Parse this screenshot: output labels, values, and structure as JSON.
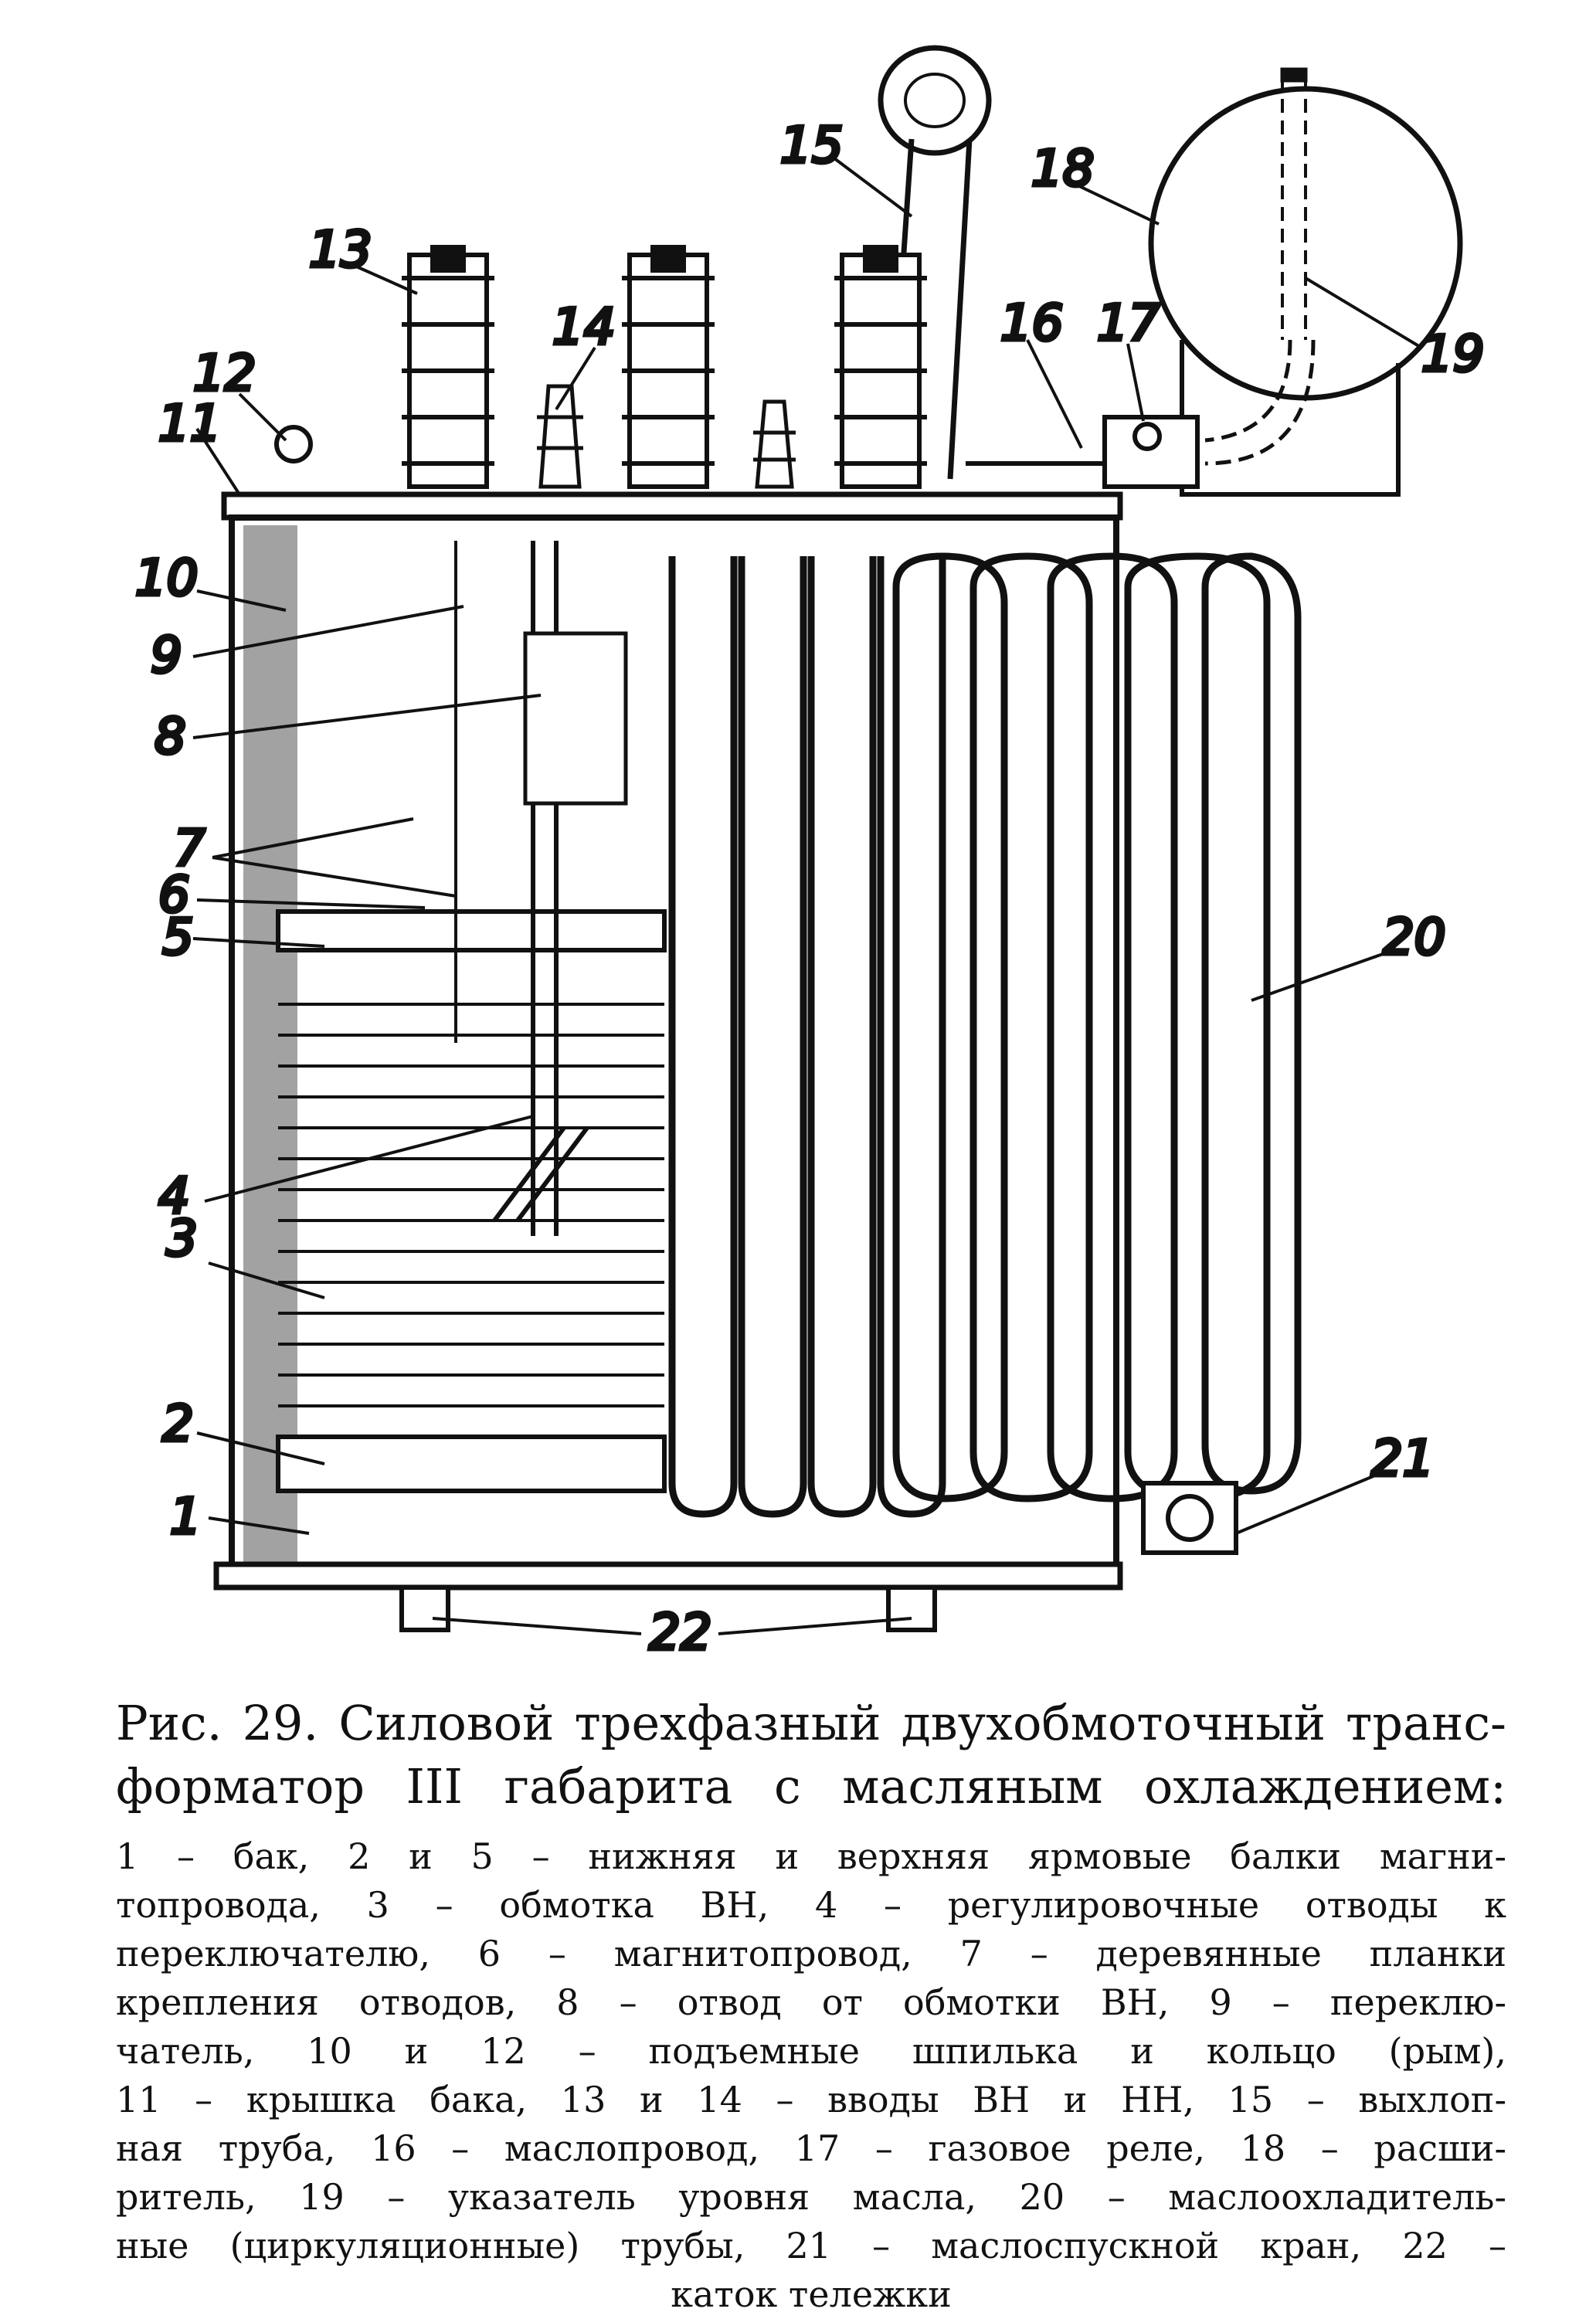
{
  "figure": {
    "callouts": [
      {
        "id": "1",
        "text": "1"
      },
      {
        "id": "2",
        "text": "2"
      },
      {
        "id": "3",
        "text": "3"
      },
      {
        "id": "4",
        "text": "4"
      },
      {
        "id": "5",
        "text": "5"
      },
      {
        "id": "6",
        "text": "6"
      },
      {
        "id": "7",
        "text": "7"
      },
      {
        "id": "8",
        "text": "8"
      },
      {
        "id": "9",
        "text": "9"
      },
      {
        "id": "10",
        "text": "10"
      },
      {
        "id": "11",
        "text": "11"
      },
      {
        "id": "12",
        "text": "12"
      },
      {
        "id": "13",
        "text": "13"
      },
      {
        "id": "14",
        "text": "14"
      },
      {
        "id": "15",
        "text": "15"
      },
      {
        "id": "16",
        "text": "16"
      },
      {
        "id": "17",
        "text": "17"
      },
      {
        "id": "18",
        "text": "18"
      },
      {
        "id": "19",
        "text": "19"
      },
      {
        "id": "20",
        "text": "20"
      },
      {
        "id": "21",
        "text": "21"
      },
      {
        "id": "22",
        "text": "22"
      }
    ]
  },
  "caption": {
    "title_lines": [
      "Рис. 29. Силовой трехфазный двухобмоточный транс-",
      "форматор III габарита с масляным охлаждением:"
    ],
    "body_lines": [
      "1 – бак, 2 и 5 – нижняя и верхняя ярмовые балки магни-",
      "топровода, 3 – обмотка ВН, 4 – регулировочные отводы к",
      "переключателю, 6 – магнитопровод, 7 – деревянные планки",
      "крепления отводов, 8 – отвод от обмотки ВН, 9 – переклю-",
      "чатель, 10 и 12 – подъемные шпилька и кольцо (рым),",
      "11 – крышка бака, 13 и 14 – вводы ВН и НН, 15 – выхлоп-",
      "ная труба, 16 – маслопровод, 17 – газовое реле, 18 – расши-",
      "ритель, 19 – указатель уровня масла, 20 – маслоохладитель-",
      "ные (циркуляционные) трубы, 21 – маслоспускной кран, 22 –",
      "каток тележки"
    ]
  }
}
